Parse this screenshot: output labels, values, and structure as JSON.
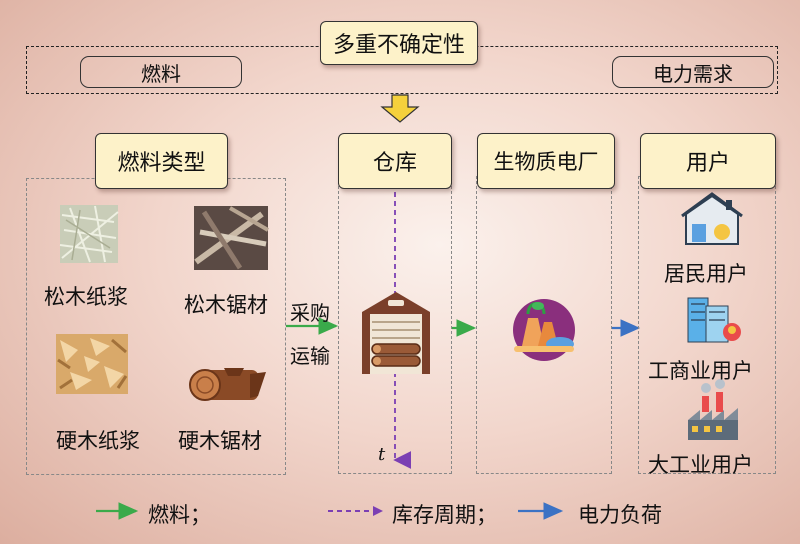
{
  "uncertainty": {
    "title": "多重不确定性",
    "left": "燃料",
    "right": "电力需求"
  },
  "columns": {
    "fuel_types": "燃料类型",
    "warehouse": "仓库",
    "plant": "生物质电厂",
    "users": "用户"
  },
  "fuels": [
    {
      "label": "松木纸浆"
    },
    {
      "label": "松木锯材"
    },
    {
      "label": "硬木纸浆"
    },
    {
      "label": "硬木锯材"
    }
  ],
  "transport": {
    "line1": "采购",
    "line2": "运输"
  },
  "time_axis": "t",
  "users": [
    {
      "label": "居民用户"
    },
    {
      "label": "工商业用户"
    },
    {
      "label": "大工业用户"
    }
  ],
  "legend": [
    {
      "label": "燃料；",
      "color": "#3aaa4a"
    },
    {
      "label": "库存周期；",
      "color": "#7b3fb3"
    },
    {
      "label": "电力负荷",
      "color": "#3b72c4"
    }
  ],
  "colors": {
    "box_fill": "#fdf2c9",
    "fuel_arrow": "#3aaa4a",
    "inventory_line": "#7b3fb3",
    "power_arrow": "#3b72c4"
  }
}
